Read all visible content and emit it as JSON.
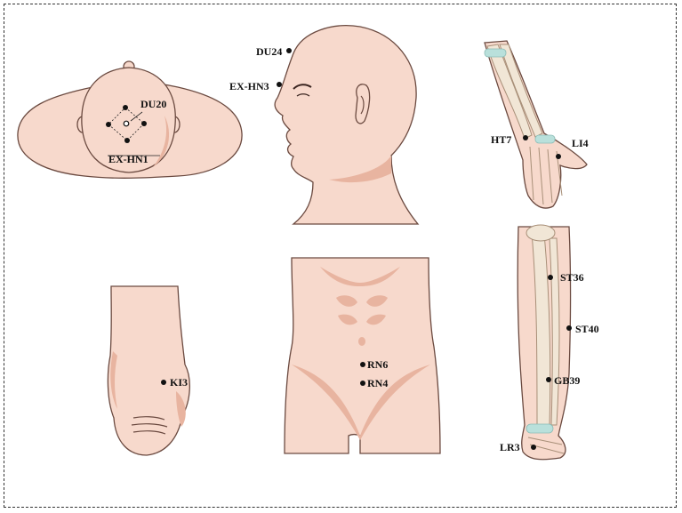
{
  "points": {
    "du20": "DU20",
    "ex_hn1": "EX-HN1",
    "du24": "DU24",
    "ex_hn3": "EX-HN3",
    "ht7": "HT7",
    "li4": "LI4",
    "ki3": "KI3",
    "rn6": "RN6",
    "rn4": "RN4",
    "st36": "ST36",
    "st40": "ST40",
    "gb39": "GB39",
    "lr3": "LR3"
  },
  "colors": {
    "skin": "#f7d9cc",
    "skin_shadow": "#e8b4a0",
    "outline": "#6b4a40",
    "bone": "#f1e6d6",
    "cartilage": "#b9e0db",
    "point": "#111111"
  }
}
